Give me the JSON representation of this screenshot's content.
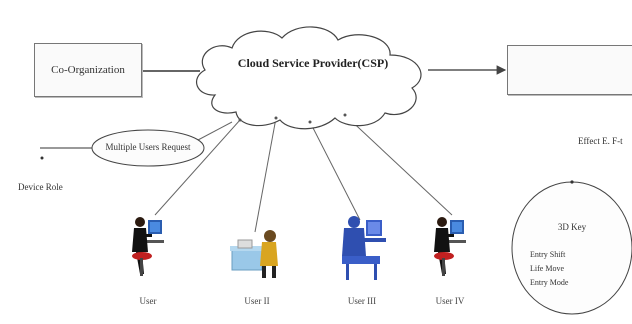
{
  "diagram": {
    "co_organization": "Co-Organization",
    "cloud_title": "Cloud Service Provider(CSP)",
    "right_box": "",
    "right_label": "Effect E. F-t",
    "multiple_users": "Multiple Users Request",
    "device_role": "Device Role",
    "users": [
      {
        "label": "User"
      },
      {
        "label": "User II"
      },
      {
        "label": "User III"
      },
      {
        "label": "User IV"
      }
    ],
    "key_circle": {
      "title": "3D Key",
      "items": [
        "Entry Shift",
        "Life Move",
        "Entry Mode"
      ]
    }
  }
}
